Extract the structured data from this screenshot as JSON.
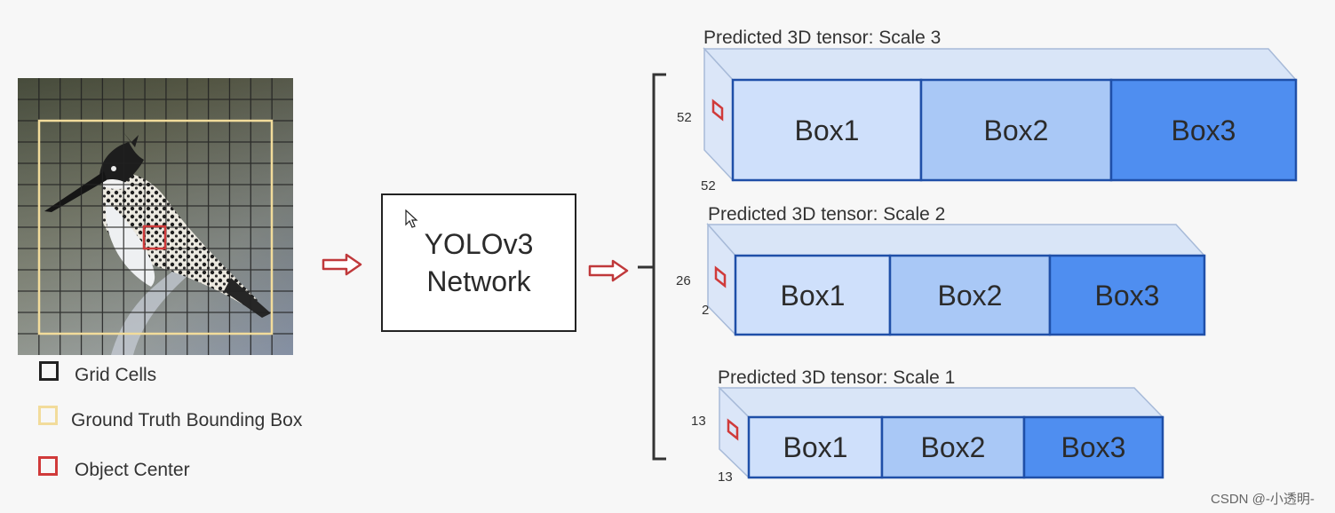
{
  "network": {
    "line1": "YOLOv3",
    "line2": "Network"
  },
  "legend": [
    {
      "label": "Grid Cells",
      "color": "#222222"
    },
    {
      "label": "Ground Truth Bounding Box",
      "color": "#f2dc9b"
    },
    {
      "label": "Object Center",
      "color": "#d03a3a"
    }
  ],
  "scales": [
    {
      "title": "Predicted 3D tensor: Scale 3",
      "dim_left": "52",
      "dim_bottom": "52",
      "boxes": [
        "Box1",
        "Box2",
        "Box3"
      ]
    },
    {
      "title": "Predicted 3D tensor: Scale 2",
      "dim_left": "26",
      "dim_bottom": "2",
      "boxes": [
        "Box1",
        "Box2",
        "Box3"
      ]
    },
    {
      "title": "Predicted 3D tensor: Scale 1",
      "dim_left": "13",
      "dim_bottom": "13",
      "boxes": [
        "Box1",
        "Box2",
        "Box3"
      ]
    }
  ],
  "colors": {
    "box1": "#cfe0fb",
    "box2": "#a9c8f6",
    "box3": "#4f8ef0",
    "tensor_edge": "#1f4fa8",
    "arrow": "#c0393b",
    "grid_line": "#222222",
    "ground_truth": "#f2dc9b",
    "object_center": "#d03a3a"
  },
  "watermark": "CSDN @-小透明-"
}
